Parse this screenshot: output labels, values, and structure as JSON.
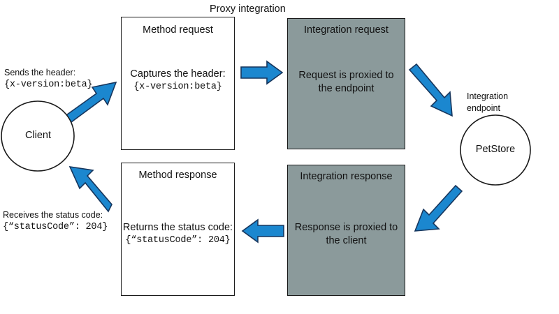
{
  "diagram": {
    "title": "Proxy integration",
    "accent_arrow_color": "#1b87cf",
    "arrow_outline_color": "#17365d",
    "gray_fill": "#8b9a9b",
    "stroke_color": "#1a1a1a",
    "text_color": "#111111"
  },
  "nodes": {
    "client": {
      "label": "Client",
      "shape": "circle"
    },
    "endpoint": {
      "caption_line1": "Integration",
      "caption_line2": "endpoint",
      "label": "PetStore",
      "shape": "circle"
    },
    "method_request": {
      "title": "Method request",
      "body_line1": "Captures the header:",
      "body_line2": "{x-version:beta}",
      "fill": "white"
    },
    "integration_request": {
      "title": "Integration request",
      "body_line1": "Request is proxied to",
      "body_line2": "the endpoint",
      "fill": "gray"
    },
    "method_response": {
      "title": "Method response",
      "body_line1": "Returns the status code:",
      "body_line2": "{“statusCode”: 204}",
      "fill": "white"
    },
    "integration_response": {
      "title": "Integration response",
      "body_line1": "Response is proxied to",
      "body_line2": "the client",
      "fill": "gray"
    }
  },
  "annotations": {
    "request_header": {
      "line1": "Sends the header:",
      "line2": "{x-version:beta}"
    },
    "response_status": {
      "line1": "Receives the status code:",
      "line2": "{“statusCode”: 204}"
    }
  },
  "arrows": [
    {
      "name": "client-to-method-request",
      "direction": "up-right"
    },
    {
      "name": "method-request-to-integration-request",
      "direction": "right"
    },
    {
      "name": "integration-request-to-endpoint",
      "direction": "down-right"
    },
    {
      "name": "endpoint-to-integration-response",
      "direction": "down-left"
    },
    {
      "name": "integration-response-to-method-response",
      "direction": "left"
    },
    {
      "name": "method-response-to-client",
      "direction": "up-left"
    }
  ]
}
